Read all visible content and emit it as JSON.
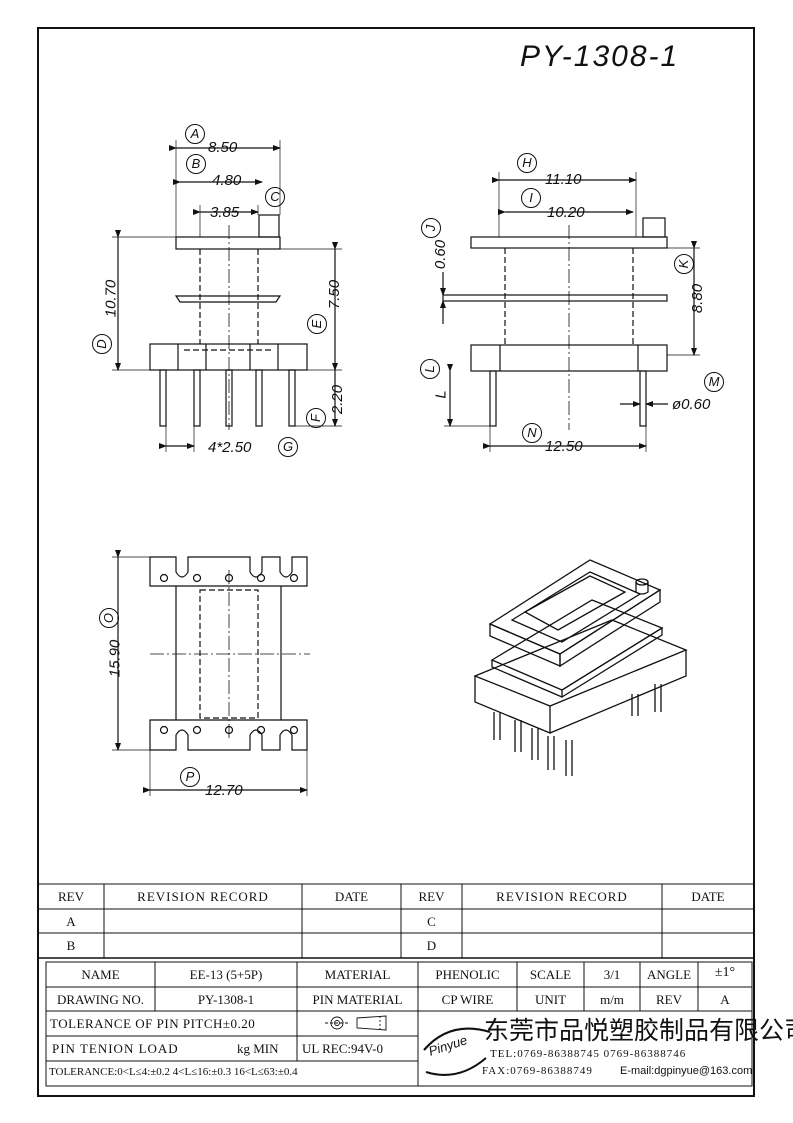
{
  "title": "PY-1308-1",
  "dims": {
    "A": "A",
    "a_val": "8.50",
    "B": "B",
    "b_val": "4.80",
    "C": "C",
    "c_val": "3.85",
    "D": "D",
    "d_val": "10.70",
    "E": "E",
    "e_val": "7.50",
    "F": "F",
    "f_val": "2.20",
    "G": "G",
    "g_val": "4*2.50",
    "H": "H",
    "h_val": "11.10",
    "I": "I",
    "i_val": "10.20",
    "J": "J",
    "j_val": "0.60",
    "K": "K",
    "k_val": "8.80",
    "L": "L",
    "l_val": "L",
    "M": "M",
    "m_val": "ø0.60",
    "N": "N",
    "n_val": "12.50",
    "O": "O",
    "o_val": "15.90",
    "P": "P",
    "p_val": "12.70"
  },
  "revision": {
    "rev_label": "REV",
    "record_label": "REVISION RECORD",
    "date_label": "DATE",
    "rows_left": [
      "A",
      "B"
    ],
    "rows_right": [
      "C",
      "D"
    ]
  },
  "titleblock": {
    "name_label": "NAME",
    "name_value": "EE-13 (5+5P)",
    "material_label": "MATERIAL",
    "material_value": "PHENOLIC",
    "scale_label": "SCALE",
    "scale_value": "3/1",
    "angle_label": "ANGLE",
    "angle_value": "±1°",
    "drawing_no_label": "DRAWING NO.",
    "drawing_no_value": "PY-1308-1",
    "pin_material_label": "PIN MATERIAL",
    "pin_material_value": "CP WIRE",
    "unit_label": "UNIT",
    "unit_value": "m/m",
    "rev_label": "REV",
    "rev_value": "A",
    "tolerance_pitch": "TOLERANCE OF PIN PITCH±0.20",
    "pin_tension_label": "PIN TENION LOAD",
    "pin_tension_unit": "kg MIN",
    "ul_rec": "UL REC:94V-0",
    "tolerance_line": "TOLERANCE:0<L≤4:±0.2  4<L≤16:±0.3  16<L≤63:±0.4",
    "logo_text": "Pinyue",
    "company_name": "东莞市品悦塑胶制品有限公司",
    "tel": "TEL:0769-86388745   0769-86388746",
    "fax": "FAX:0769-86388749",
    "email": "E-mail:dgpinyue@163.com"
  }
}
